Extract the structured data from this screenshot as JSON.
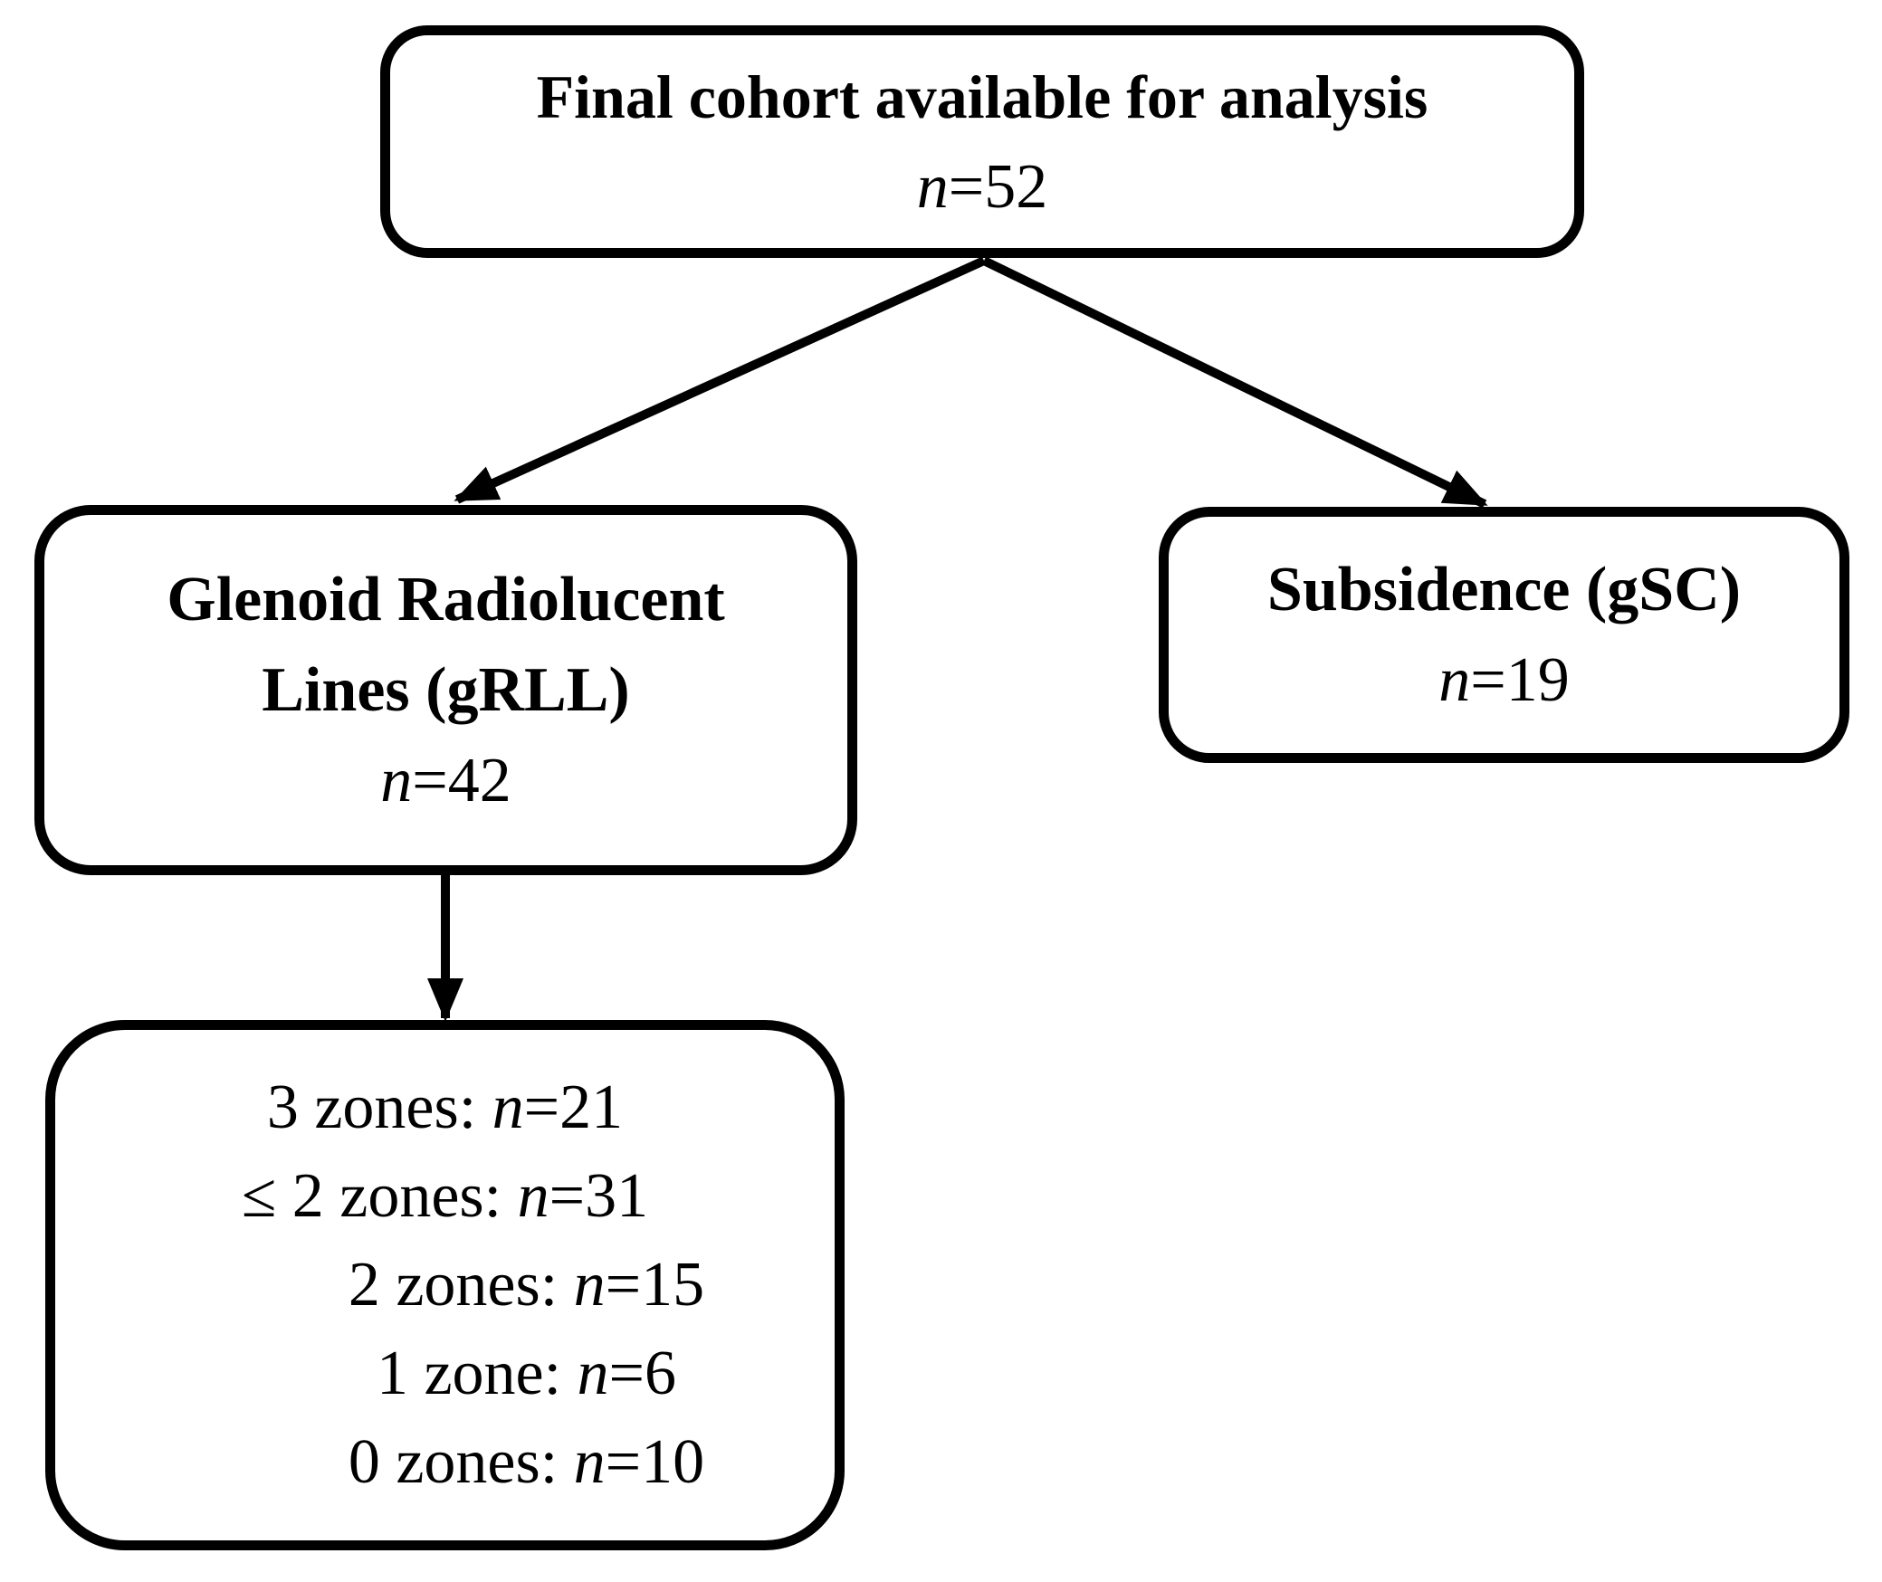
{
  "top": {
    "title": "Final cohort available for analysis",
    "n": "n",
    "count": "=52"
  },
  "grll": {
    "title_line1": "Glenoid Radiolucent",
    "title_line2": "Lines (gRLL)",
    "n": "n",
    "count": "=42"
  },
  "gsc": {
    "title": "Subsidence (gSC)",
    "n": "n",
    "count": "=19"
  },
  "zones": {
    "lines": [
      {
        "pre": "3 zones: ",
        "n": "n",
        "post": "=21"
      },
      {
        "pre": "≤ 2 zones: ",
        "n": "n",
        "post": "=31"
      },
      {
        "pre": "2 zones: ",
        "n": "n",
        "post": "=15"
      },
      {
        "pre": "1 zone: ",
        "n": "n",
        "post": "=6"
      },
      {
        "pre": "0 zones: ",
        "n": "n",
        "post": "=10"
      }
    ]
  },
  "colors": {
    "line": "#000000",
    "background": "#ffffff",
    "text": "#000000"
  }
}
